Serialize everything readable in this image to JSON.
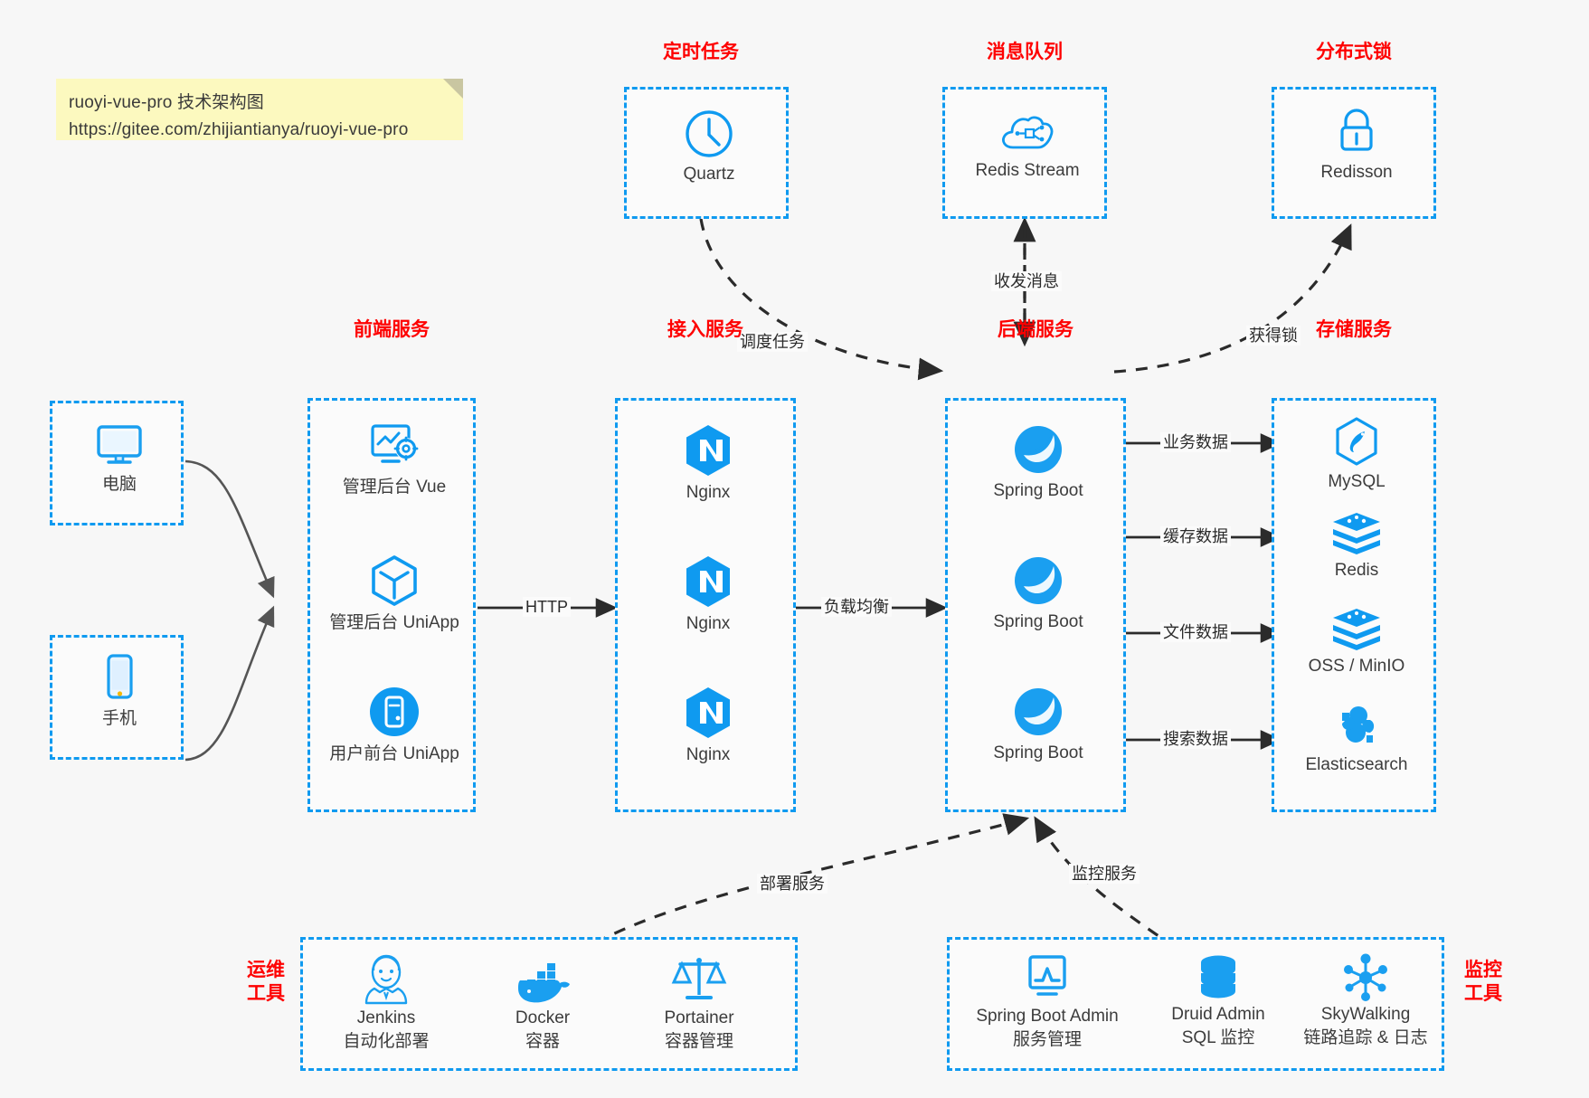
{
  "note": {
    "line1": "ruoyi-vue-pro 技术架构图",
    "line2": "https://gitee.com/zhijiantianya/ruoyi-vue-pro"
  },
  "colors": {
    "accent_blue": "#0f9af0",
    "group_label_red": "#fe0000",
    "note_yellow": "#fcf9bf",
    "arrow_dark": "#2b2b2b",
    "client_arrow_gray": "#555555",
    "canvas": "#f7f7f7"
  },
  "groups": {
    "scheduled_task": {
      "label": "定时任务",
      "items": [
        {
          "name": "Quartz",
          "icon": "clock-icon"
        }
      ]
    },
    "message_queue": {
      "label": "消息队列",
      "items": [
        {
          "name": "Redis Stream",
          "icon": "cloud-stream-icon"
        }
      ]
    },
    "distributed_lock": {
      "label": "分布式锁",
      "items": [
        {
          "name": "Redisson",
          "icon": "lock-icon"
        }
      ]
    },
    "clients": {
      "items": [
        {
          "name": "电脑",
          "icon": "desktop-monitor-icon"
        },
        {
          "name": "手机",
          "icon": "mobile-phone-icon"
        }
      ]
    },
    "frontend": {
      "label": "前端服务",
      "items": [
        {
          "name": "管理后台 Vue",
          "icon": "dashboard-settings-icon"
        },
        {
          "name": "管理后台 UniApp",
          "icon": "hexagon-cube-icon"
        },
        {
          "name": "用户前台 UniApp",
          "icon": "app-circle-icon"
        }
      ]
    },
    "gateway": {
      "label": "接入服务",
      "items": [
        {
          "name": "Nginx",
          "icon": "nginx-icon"
        },
        {
          "name": "Nginx",
          "icon": "nginx-icon"
        },
        {
          "name": "Nginx",
          "icon": "nginx-icon"
        }
      ]
    },
    "backend": {
      "label": "后端服务",
      "items": [
        {
          "name": "Spring Boot",
          "icon": "spring-leaf-icon"
        },
        {
          "name": "Spring Boot",
          "icon": "spring-leaf-icon"
        },
        {
          "name": "Spring Boot",
          "icon": "spring-leaf-icon"
        }
      ]
    },
    "storage": {
      "label": "存储服务",
      "items": [
        {
          "name": "MySQL",
          "icon": "mysql-dolphin-icon"
        },
        {
          "name": "Redis",
          "icon": "redis-stack-icon"
        },
        {
          "name": "OSS / MinIO",
          "icon": "redis-stack-icon"
        },
        {
          "name": "Elasticsearch",
          "icon": "elasticsearch-icon"
        }
      ]
    },
    "devops": {
      "label_line1": "运维",
      "label_line2": "工具",
      "items": [
        {
          "name": "Jenkins",
          "desc": "自动化部署",
          "icon": "jenkins-butler-icon"
        },
        {
          "name": "Docker",
          "desc": "容器",
          "icon": "docker-whale-icon"
        },
        {
          "name": "Portainer",
          "desc": "容器管理",
          "icon": "scales-balance-icon"
        }
      ]
    },
    "monitoring": {
      "label_line1": "监控",
      "label_line2": "工具",
      "items": [
        {
          "name": "Spring Boot Admin",
          "desc": "服务管理",
          "icon": "monitor-chart-icon"
        },
        {
          "name": "Druid Admin",
          "desc": "SQL 监控",
          "icon": "database-cylinder-icon"
        },
        {
          "name": "SkyWalking",
          "desc": "链路追踪 & 日志",
          "icon": "network-nodes-icon"
        }
      ]
    }
  },
  "edges": {
    "http": "HTTP",
    "load_balance": "负载均衡",
    "schedule_task": "调度任务",
    "send_receive_message": "收发消息",
    "acquire_lock": "获得锁",
    "business_data": "业务数据",
    "cache_data": "缓存数据",
    "file_data": "文件数据",
    "search_data": "搜索数据",
    "deploy_service": "部署服务",
    "monitor_service": "监控服务"
  }
}
